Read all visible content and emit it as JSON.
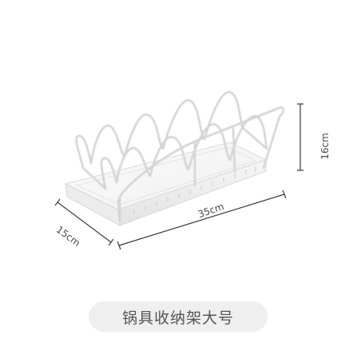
{
  "dimensions": {
    "height": "16cm",
    "depth": "15cm",
    "width": "35cm"
  },
  "caption": {
    "text": "锅具收纳架大号"
  },
  "colors": {
    "dimension_line": "#3a3a3a",
    "rack_outline": "#d6d6d6",
    "caption_background": "#efefef",
    "caption_text": "#555555"
  }
}
